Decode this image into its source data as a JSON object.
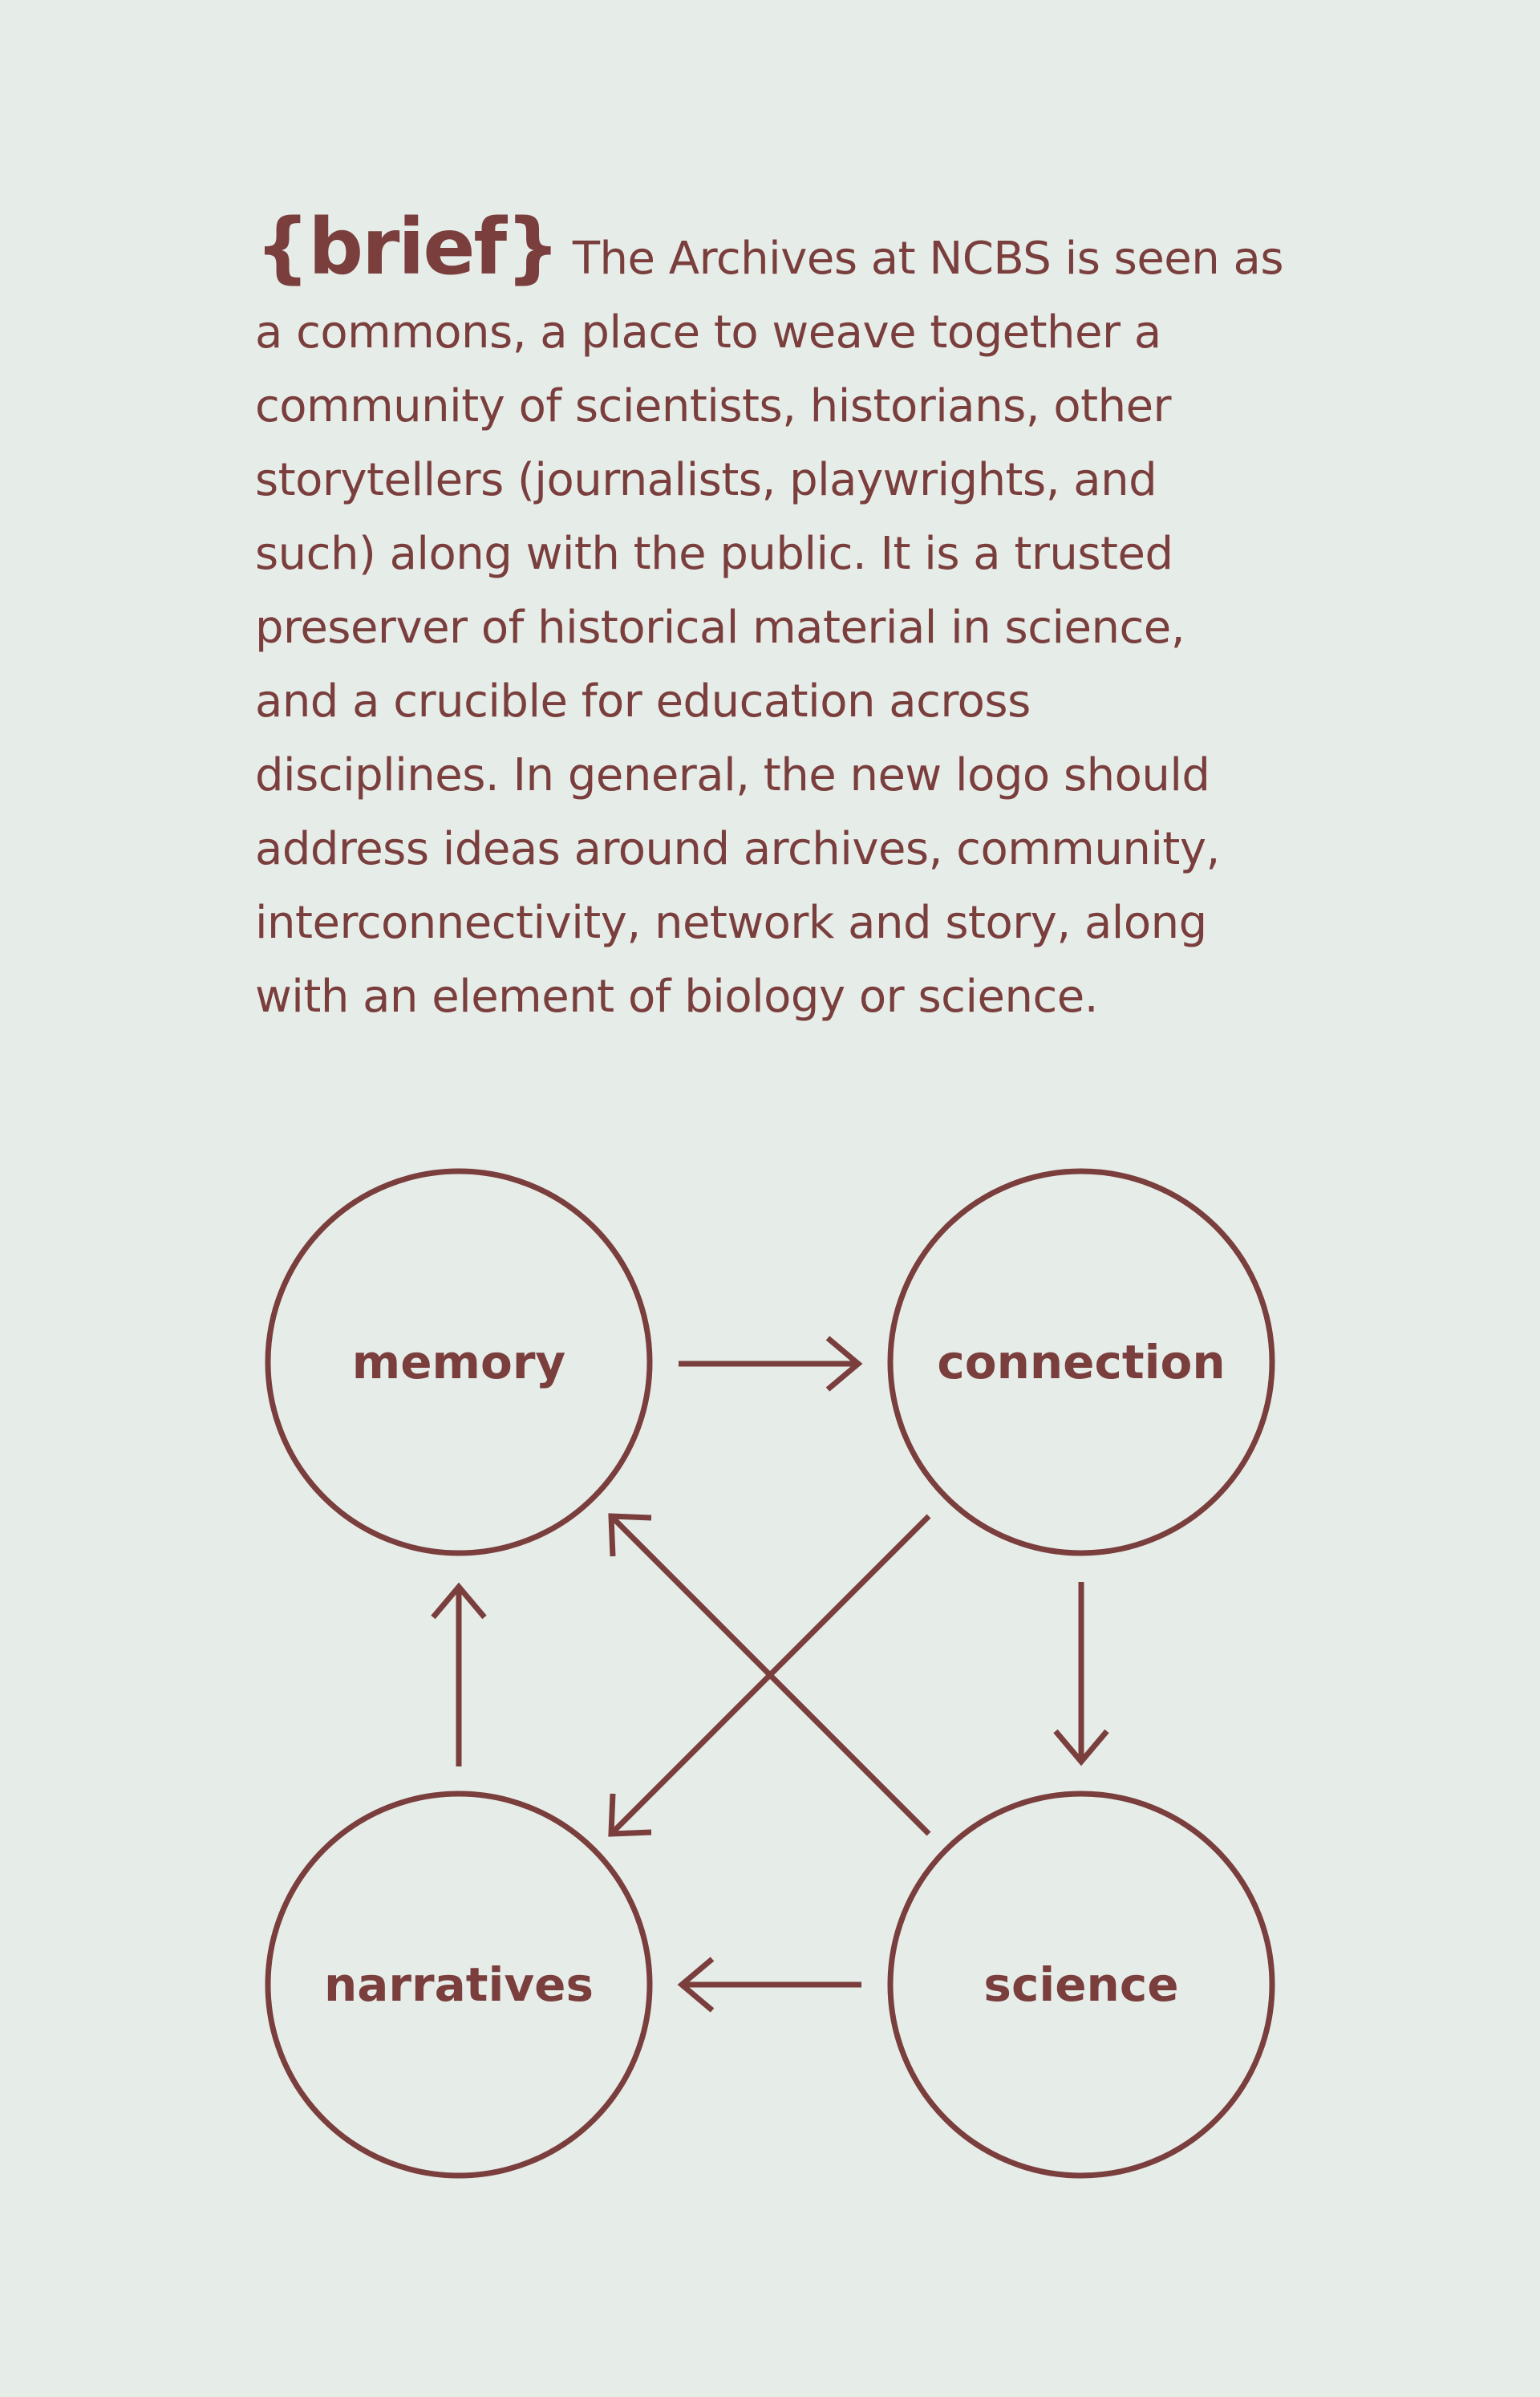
{
  "brief": {
    "tag": "{brief}",
    "lines": [
      " The Archives at NCBS is seen as",
      "a commons, a place to weave together a",
      "community of scientists, historians, other",
      "storytellers (journalists, playwrights, and",
      "such) along with the public. It is a trusted",
      "preserver of historical material in science,",
      "and a crucible for education across",
      "disciplines. In general, the new logo should",
      "address ideas around archives, community,",
      "interconnectivity, network and story, along",
      "with an element of biology or science."
    ]
  },
  "diagram": {
    "nodes": {
      "memory": "memory",
      "connection": "connection",
      "narratives": "narratives",
      "science": "science"
    },
    "edges": [
      {
        "from": "memory",
        "to": "connection"
      },
      {
        "from": "connection",
        "to": "science"
      },
      {
        "from": "science",
        "to": "narratives"
      },
      {
        "from": "narratives",
        "to": "memory"
      },
      {
        "from": "connection",
        "to": "narratives"
      },
      {
        "from": "science",
        "to": "memory"
      }
    ]
  },
  "colors": {
    "background": "#e6ece8",
    "ink": "#7a3e3d"
  }
}
